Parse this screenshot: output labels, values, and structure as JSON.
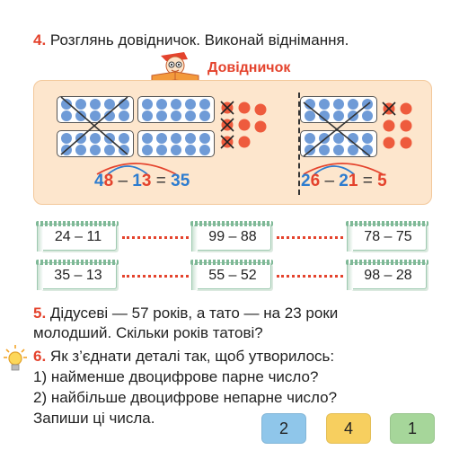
{
  "task4": {
    "number": "4.",
    "text": "Розглянь довідничок. Виконай віднімання."
  },
  "helper": {
    "title": "Довідничок",
    "eq1": {
      "a1": "4",
      "a2": "8",
      "minus": "–",
      "b1": "1",
      "b2": "3",
      "eq": "=",
      "r": "35"
    },
    "eq2": {
      "a1": "2",
      "a2": "6",
      "minus": "–",
      "b1": "2",
      "b2": "1",
      "eq": "=",
      "r": "5"
    }
  },
  "cards": [
    [
      "24 – 11",
      "99 – 88",
      "78 – 75"
    ],
    [
      "35 – 13",
      "55 – 52",
      "98 – 28"
    ]
  ],
  "task5": {
    "number": "5.",
    "line1": "Дідусеві — 57 років, а тато — на 23 роки",
    "line2": "молодший. Скільки років татові?"
  },
  "task6": {
    "number": "6.",
    "line1": "Як з’єднати деталі так, щоб утворилось:",
    "line2": "1) найменше двоцифрове парне число?",
    "line3": "2) найбільше двоцифрове непарне число?",
    "line4": "Запиши ці числа."
  },
  "puzzles": [
    {
      "label": "2",
      "color": "#8fc6ea"
    },
    {
      "label": "4",
      "color": "#f7cf5f"
    },
    {
      "label": "1",
      "color": "#a6d69a"
    }
  ],
  "icons": {
    "mascot": "pencil-boy-reading-icon",
    "hint": "lightbulb-icon"
  }
}
